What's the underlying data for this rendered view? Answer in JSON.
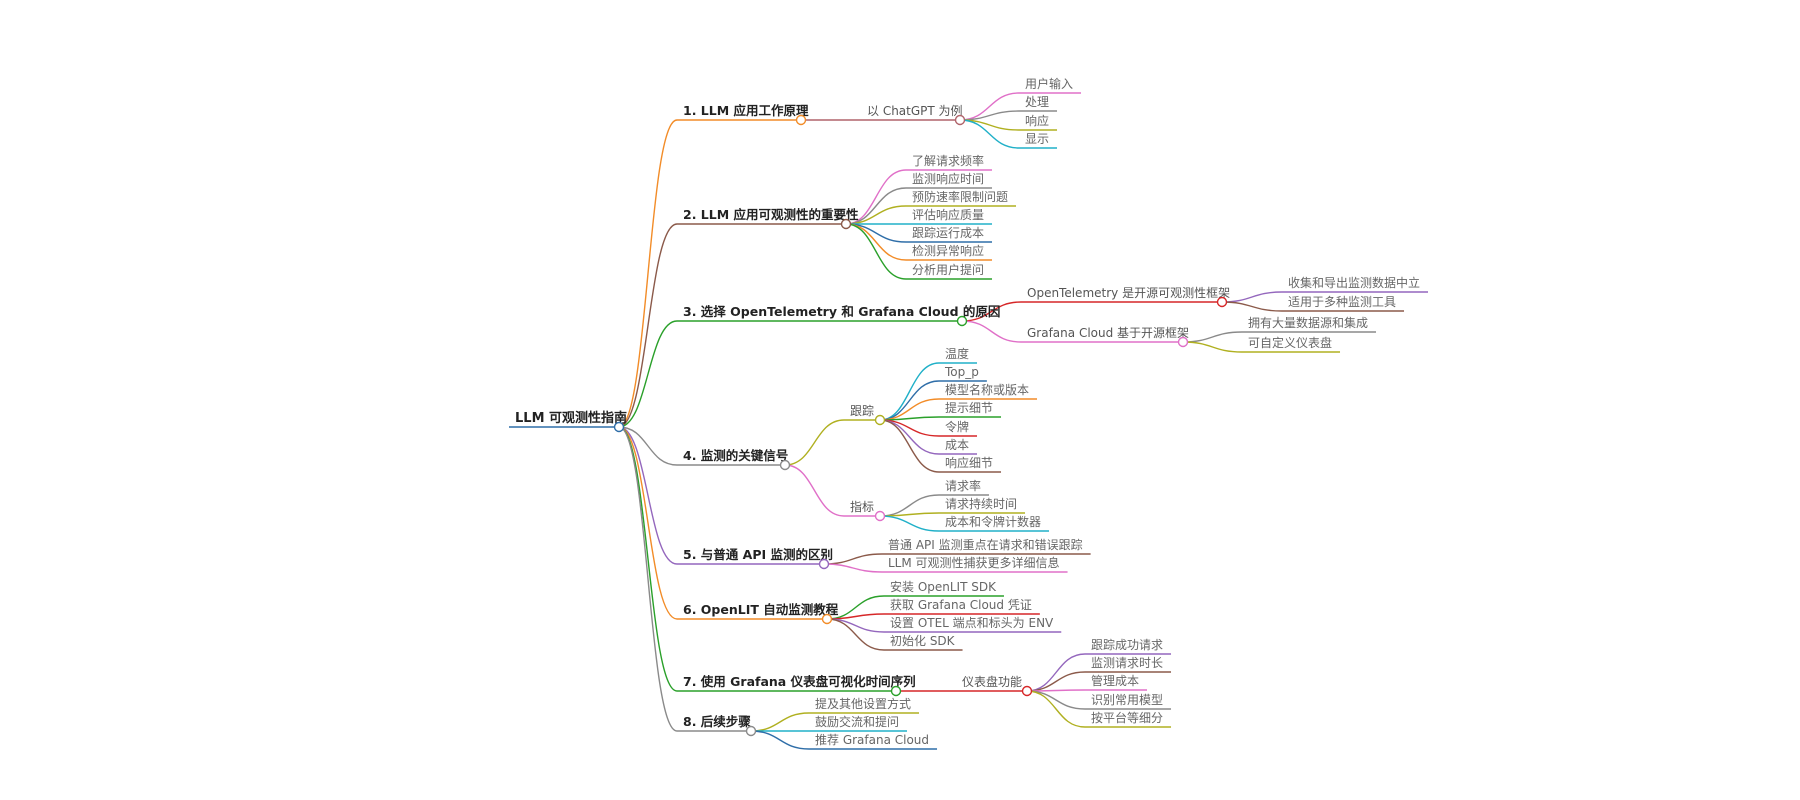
{
  "root": {
    "label": "LLM 可观测性指南",
    "color": "#2f6ea8"
  },
  "branches": [
    {
      "label": "1. LLM 应用工作原理",
      "color": "#f28c28",
      "children": [
        {
          "label": "以 ChatGPT 为例",
          "color": "#b0646b",
          "children": [
            {
              "label": "用户输入",
              "color": "#e070c8"
            },
            {
              "label": "处理",
              "color": "#8a8a8a"
            },
            {
              "label": "响应",
              "color": "#b0b020"
            },
            {
              "label": "显示",
              "color": "#20b0c8"
            }
          ]
        }
      ]
    },
    {
      "label": "2. LLM 应用可观测性的重要性",
      "color": "#8b5a4a",
      "children": [
        {
          "label": "了解请求频率",
          "color": "#e070c8"
        },
        {
          "label": "监测响应时间",
          "color": "#8a8a8a"
        },
        {
          "label": "预防速率限制问题",
          "color": "#b0b020"
        },
        {
          "label": "评估响应质量",
          "color": "#20b0c8"
        },
        {
          "label": "跟踪运行成本",
          "color": "#2f6ea8"
        },
        {
          "label": "检测异常响应",
          "color": "#f28c28"
        },
        {
          "label": "分析用户提问",
          "color": "#2aa02a"
        }
      ]
    },
    {
      "label": "3. 选择 OpenTelemetry 和 Grafana Cloud 的原因",
      "color": "#2aa02a",
      "children": [
        {
          "label": "OpenTelemetry 是开源可观测性框架",
          "color": "#d62728",
          "children": [
            {
              "label": "收集和导出监测数据中立",
              "color": "#9467bd"
            },
            {
              "label": "适用于多种监测工具",
              "color": "#8b5a4a"
            }
          ]
        },
        {
          "label": "Grafana Cloud 基于开源框架",
          "color": "#e070c8",
          "children": [
            {
              "label": "拥有大量数据源和集成",
              "color": "#8a8a8a"
            },
            {
              "label": "可自定义仪表盘",
              "color": "#b0b020"
            }
          ]
        }
      ]
    },
    {
      "label": "4. 监测的关键信号",
      "color": "#8a8a8a",
      "children": [
        {
          "label": "跟踪",
          "color": "#b0b020",
          "children": [
            {
              "label": "温度",
              "color": "#20b0c8"
            },
            {
              "label": "Top_p",
              "color": "#2f6ea8"
            },
            {
              "label": "模型名称或版本",
              "color": "#f28c28"
            },
            {
              "label": "提示细节",
              "color": "#2aa02a"
            },
            {
              "label": "令牌",
              "color": "#d62728"
            },
            {
              "label": "成本",
              "color": "#9467bd"
            },
            {
              "label": "响应细节",
              "color": "#8b5a4a"
            }
          ]
        },
        {
          "label": "指标",
          "color": "#e070c8",
          "children": [
            {
              "label": "请求率",
              "color": "#8a8a8a"
            },
            {
              "label": "请求持续时间",
              "color": "#b0b020"
            },
            {
              "label": "成本和令牌计数器",
              "color": "#20b0c8"
            }
          ]
        }
      ]
    },
    {
      "label": "5. 与普通 API 监测的区别",
      "color": "#9467bd",
      "children": [
        {
          "label": "普通 API 监测重点在请求和错误跟踪",
          "color": "#8b5a4a"
        },
        {
          "label": "LLM 可观测性捕获更多详细信息",
          "color": "#e070c8"
        }
      ]
    },
    {
      "label": "6. OpenLIT 自动监测教程",
      "color": "#f28c28",
      "children": [
        {
          "label": "安装 OpenLIT SDK",
          "color": "#2aa02a"
        },
        {
          "label": "获取 Grafana Cloud 凭证",
          "color": "#d62728"
        },
        {
          "label": "设置 OTEL 端点和标头为 ENV",
          "color": "#9467bd"
        },
        {
          "label": "初始化 SDK",
          "color": "#8b5a4a"
        }
      ]
    },
    {
      "label": "7. 使用 Grafana 仪表盘可视化时间序列",
      "color": "#2aa02a",
      "children": [
        {
          "label": "仪表盘功能",
          "color": "#d62728",
          "children": [
            {
              "label": "跟踪成功请求",
              "color": "#9467bd"
            },
            {
              "label": "监测请求时长",
              "color": "#8b5a4a"
            },
            {
              "label": "管理成本",
              "color": "#e070c8"
            },
            {
              "label": "识别常用模型",
              "color": "#8a8a8a"
            },
            {
              "label": "按平台等细分",
              "color": "#b0b020"
            }
          ]
        }
      ]
    },
    {
      "label": "8. 后续步骤",
      "color": "#8a8a8a",
      "children": [
        {
          "label": "提及其他设置方式",
          "color": "#b0b020"
        },
        {
          "label": "鼓励交流和提问",
          "color": "#20b0c8"
        },
        {
          "label": "推荐 Grafana Cloud",
          "color": "#2f6ea8"
        }
      ]
    }
  ]
}
